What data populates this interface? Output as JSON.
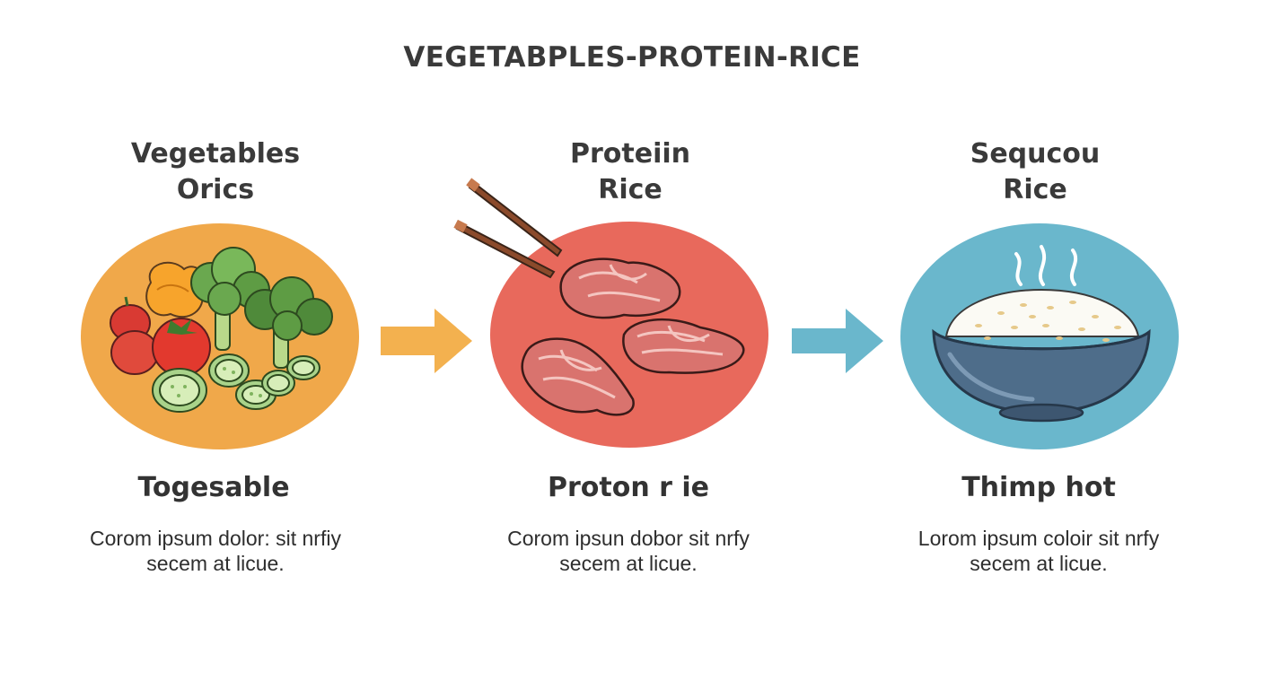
{
  "title": "VEGETABPLES-PROTEIN-RICE",
  "steps": [
    {
      "heading_line1": "Vegetables",
      "heading_line2": "Orics",
      "caption": "Togesable",
      "desc_line1": "Corom ipsum dolor: sit nrfiy",
      "desc_line2": "secem at licue.",
      "circle_color": "#f0a84a",
      "icon": "vegetables-icon"
    },
    {
      "heading_line1": "Proteiin",
      "heading_line2": "Rice",
      "caption": "Proton r ie",
      "desc_line1": "Corom ipsun dobor sit nrfy",
      "desc_line2": "secem at licue.",
      "circle_color": "#e8695c",
      "icon": "meat-icon"
    },
    {
      "heading_line1": "Sequcou",
      "heading_line2": "Rice",
      "caption": "Thimp hot",
      "desc_line1": "Lorom ipsum coloir sit nrfy",
      "desc_line2": "secem at licue.",
      "circle_color": "#6ab7cc",
      "icon": "rice-bowl-icon"
    }
  ],
  "arrows": [
    {
      "color": "#f3b14f",
      "icon": "arrow-right-icon"
    },
    {
      "color": "#6ab7cc",
      "icon": "arrow-right-icon"
    }
  ]
}
